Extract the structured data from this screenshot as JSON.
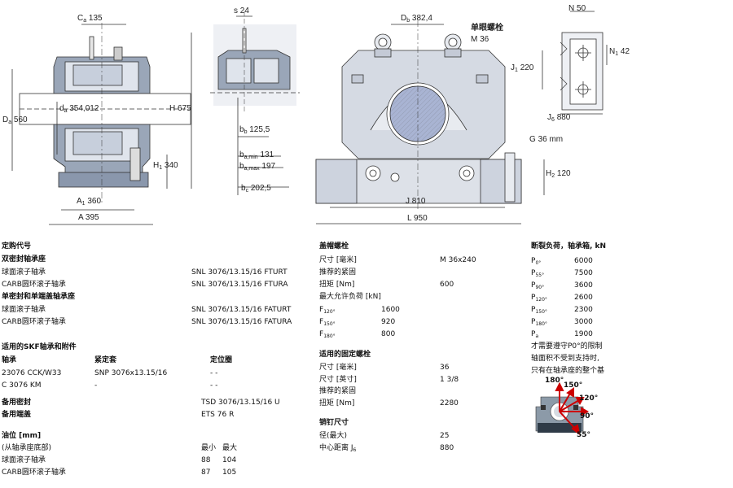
{
  "drawing": {
    "ca": "C",
    "ca_sub": "a",
    "ca_val": "135",
    "da_label": "D",
    "da_sub": "a",
    "da_val": "560",
    "dsub_label": "d",
    "dsub_sub": "a",
    "dsub_val": "354,012",
    "h_label": "H",
    "h_val": "675",
    "h1_label": "H",
    "h1_sub": "1",
    "h1_val": "340",
    "a1_label": "A",
    "a1_sub": "1",
    "a1_val": "360",
    "a_label": "A",
    "a_val": "395",
    "s_label": "s",
    "s_val": "24",
    "bb_label": "b",
    "bb_sub": "b",
    "bb_val": "125,5",
    "bamin_label": "b",
    "bamin_sub": "a,min",
    "bamin_val": "131",
    "bamax_label": "b",
    "bamax_sub": "a,max",
    "bamax_val": "197",
    "bc_label": "b",
    "bc_sub": "c",
    "bc_val": "202,5",
    "db_label": "D",
    "db_sub": "b",
    "db_val": "382,4",
    "bolt_label": "单眼螺栓",
    "bolt_size": "M 36",
    "j1_label": "J",
    "j1_sub": "1",
    "j1_val": "220",
    "g_label": "G",
    "g_val": "36 mm",
    "h2_label": "H",
    "h2_sub": "2",
    "h2_val": "120",
    "j_label": "J",
    "j_val": "810",
    "l_label": "L",
    "l_val": "950",
    "n_label": "N",
    "n_val": "50",
    "n1_label": "N",
    "n1_sub": "1",
    "n1_val": "42",
    "j6_label": "J",
    "j6_sub": "6",
    "j6_val": "880"
  },
  "col1": {
    "order_title": "定购代号",
    "double_title": "双密封轴承座",
    "rows1": [
      {
        "label": "球面滚子轴承",
        "value": "SNL 3076/13.15/16 FTURT"
      },
      {
        "label": "CARB圆环滚子轴承",
        "value": "SNL 3076/13.15/16 FTURA"
      }
    ],
    "single_title": "单密封和单端盖轴承座",
    "rows2": [
      {
        "label": "球面滚子轴承",
        "value": "SNL 3076/13.15/16 FATURT"
      },
      {
        "label": "CARB圆环滚子轴承",
        "value": "SNL 3076/13.15/16 FATURA"
      }
    ],
    "skf_title": "适用的SKF轴承和附件",
    "acc_headers": [
      "轴承",
      "紧定套",
      "定位圈"
    ],
    "acc_rows": [
      [
        "23076 CCK/W33",
        "SNP 3076x13.15/16",
        "-  -"
      ],
      [
        "C 3076 KM",
        "-",
        "-  -"
      ]
    ],
    "seal_label": "备用密封",
    "seal_value": "TSD 3076/13.15/16 U",
    "cover_label": "备用端盖",
    "cover_value": "ETS 76 R",
    "oil_title": "油位 [mm]",
    "oil_sub": "(从轴承座底部)",
    "oil_min": "最小",
    "oil_max": "最大",
    "oil_rows": [
      {
        "label": "球面滚子轴承",
        "min": "88",
        "max": "104"
      },
      {
        "label": "CARB圆环滚子轴承",
        "min": "87",
        "max": "105"
      }
    ]
  },
  "col2": {
    "cap_title": "盖帽螺栓",
    "size_label": "尺寸 [毫米]",
    "size_value": "M 36x240",
    "torque_title": "推荐的紧固",
    "torque_label": "扭矩 [Nm]",
    "torque_value": "600",
    "perm_title": "最大允许负荷 [kN]",
    "perm_rows": [
      {
        "label": "F",
        "sub": "120°",
        "value": "1600"
      },
      {
        "label": "F",
        "sub": "150°",
        "value": "920"
      },
      {
        "label": "F",
        "sub": "180°",
        "value": "800"
      }
    ],
    "fix_title": "适用的固定螺栓",
    "fix_size_label": "尺寸 [毫米]",
    "fix_size_value": "36",
    "fix_inch_label": "尺寸 [英寸]",
    "fix_inch_value": "1 3/8",
    "fix_torque_title": "推荐的紧固",
    "fix_torque_label": "扭矩 [Nm]",
    "fix_torque_value": "2280",
    "pin_title": "销钉尺寸",
    "pin_dia_label": "径(最大)",
    "pin_dia_value": "25",
    "pin_dist_label": "中心距离 J",
    "pin_dist_sub": "6",
    "pin_dist_value": "880"
  },
  "col3": {
    "title": "断裂负荷，轴承箱, kN",
    "rows": [
      {
        "label": "P",
        "sub": "0°",
        "value": "6000"
      },
      {
        "label": "P",
        "sub": "55°",
        "value": "7500"
      },
      {
        "label": "P",
        "sub": "90°",
        "value": "3600"
      },
      {
        "label": "P",
        "sub": "120°",
        "value": "2600"
      },
      {
        "label": "P",
        "sub": "150°",
        "value": "2300"
      },
      {
        "label": "P",
        "sub": "180°",
        "value": "3000"
      },
      {
        "label": "P",
        "sub": "a",
        "value": "1900"
      }
    ],
    "note": [
      "才需要遵守P0°的限制",
      "轴面积不受到支持时,",
      "只有在轴承座的整个基"
    ],
    "angles": {
      "a180": "180°",
      "a150": "150°",
      "a120": "120°",
      "a90": "90°",
      "a55": "55°"
    },
    "arrow_color": "#cc0000"
  }
}
